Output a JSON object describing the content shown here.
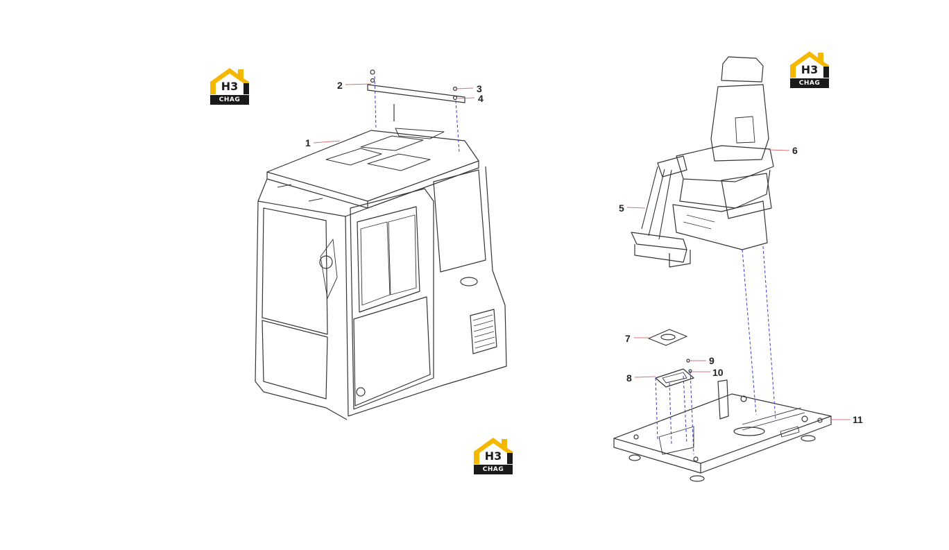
{
  "logo": {
    "mark": "H3",
    "text": "CHAG",
    "colors": {
      "roof": "#f5b800",
      "body": "#1a1a1a"
    }
  },
  "diagram": {
    "line_color": "#333333",
    "leader_color": "#d97070",
    "dash_color": "#3a3ad0"
  },
  "callouts": {
    "c1": "1",
    "c2": "2",
    "c3": "3",
    "c4": "4",
    "c5": "5",
    "c6": "6",
    "c7": "7",
    "c8": "8",
    "c9": "9",
    "c10": "10",
    "c11": "11"
  }
}
